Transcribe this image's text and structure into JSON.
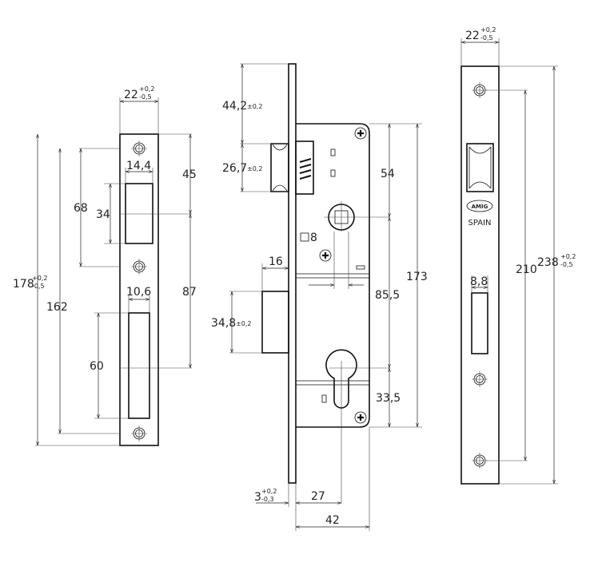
{
  "strike_plate": {
    "width": "22",
    "width_tol_upper": "+0,2",
    "width_tol_lower": "-0,5",
    "slot_top_width": "14,4",
    "slot_bottom_width": "10,6",
    "top_to_center": "45",
    "center_to_bottom": "87",
    "hole_spacing_upper": "68",
    "slot_top_height": "34",
    "slot_bottom_height": "60",
    "hole_spacing_total": "162",
    "height": "178",
    "height_tol_upper": "+0,2",
    "height_tol_lower": "-0,5"
  },
  "lock_body": {
    "faceplate_to_latch": "44,2",
    "faceplate_to_latch_tol": "±0,2",
    "latch_height": "26,7",
    "latch_height_tol": "±0,2",
    "bolt_projection": "16",
    "bolt_height": "34,8",
    "bolt_height_tol": "±0,2",
    "follower_square": "8",
    "top_to_follower": "54",
    "follower_to_cylinder": "85,5",
    "cylinder_to_bottom": "33,5",
    "body_height": "173",
    "faceplate_thickness": "3",
    "faceplate_tol_upper": "+0,2",
    "faceplate_tol_lower": "-0,3",
    "backset": "27",
    "body_depth": "42"
  },
  "faceplate": {
    "width": "22",
    "width_tol_upper": "+0,2",
    "width_tol_lower": "-0,5",
    "bolt_slot_width": "8,8",
    "hole_spacing": "210",
    "height": "238",
    "height_tol_upper": "+0,2",
    "height_tol_lower": "-0,5",
    "logo_text": "AMIG",
    "origin": "SPAIN"
  }
}
